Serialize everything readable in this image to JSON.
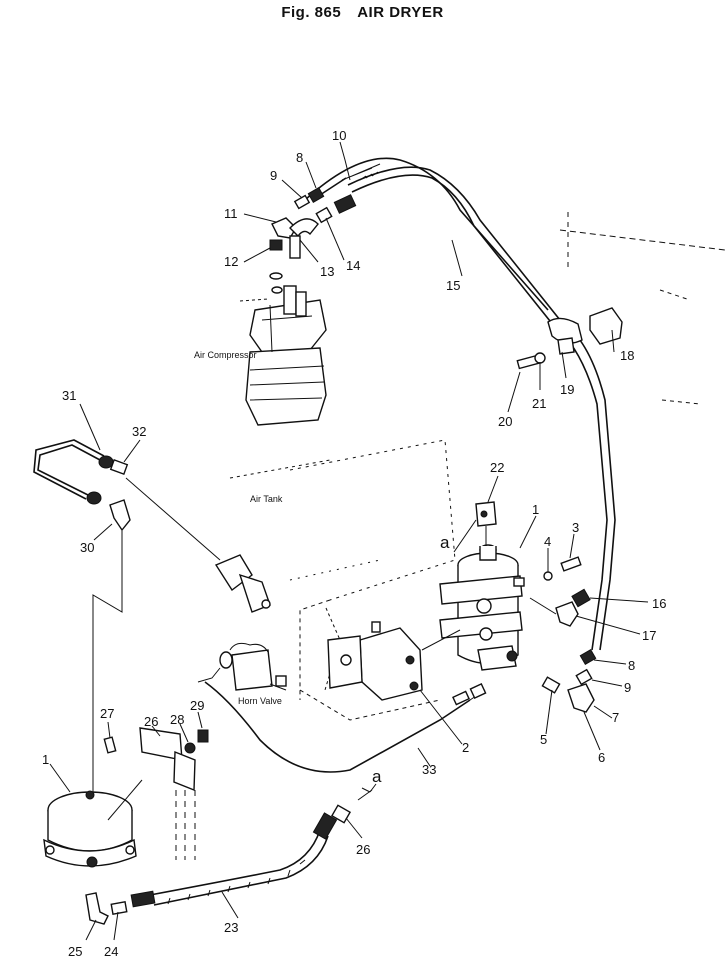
{
  "figure": {
    "number": "Fig. 865",
    "title": "AIR DRYER"
  },
  "component_labels": {
    "air_compressor": "Air Compressor",
    "air_tank": "Air Tank",
    "horn_valve": "Horn Valve"
  },
  "callouts": {
    "n1": "1",
    "n1b": "1",
    "n2": "2",
    "n3": "3",
    "n4": "4",
    "n5": "5",
    "n6": "6",
    "n7": "7",
    "n8": "8",
    "n8b": "8",
    "n9": "9",
    "n9b": "9",
    "n10": "10",
    "n11": "11",
    "n12": "12",
    "n13": "13",
    "n14": "14",
    "n15": "15",
    "n16": "16",
    "n17": "17",
    "n18": "18",
    "n19": "19",
    "n20": "20",
    "n21": "21",
    "n22": "22",
    "n23": "23",
    "n24": "24",
    "n25": "25",
    "n26": "26",
    "n26b": "26",
    "n27": "27",
    "n28": "28",
    "n29": "29",
    "n30": "30",
    "n31": "31",
    "n32": "32",
    "n33": "33",
    "a1": "a",
    "a2": "a"
  }
}
